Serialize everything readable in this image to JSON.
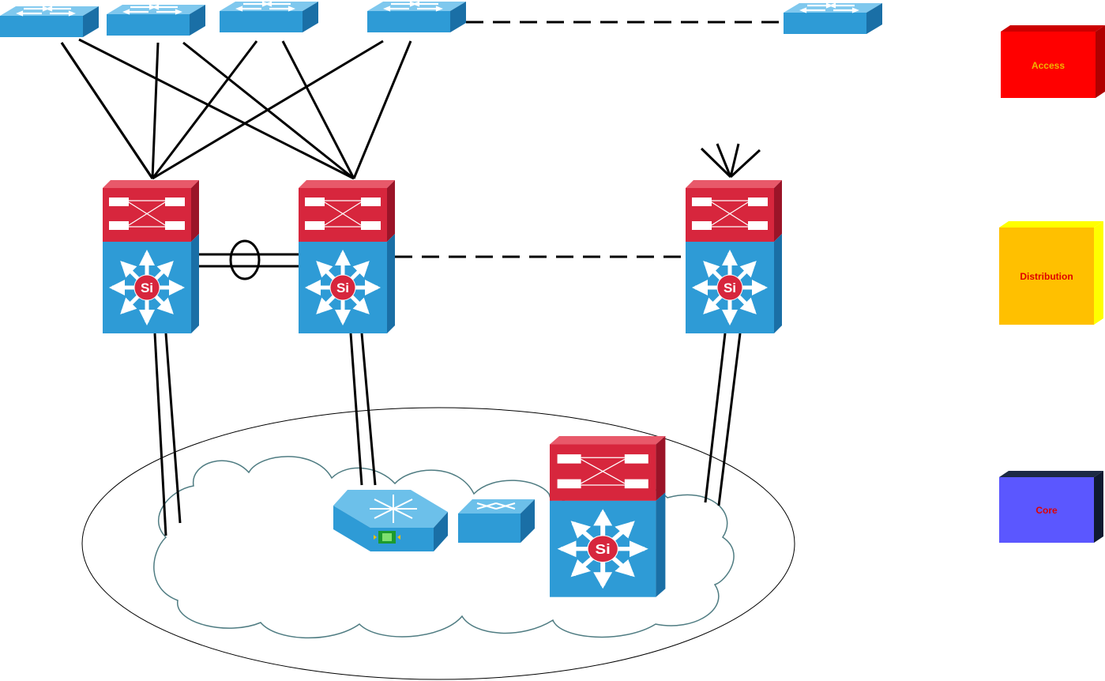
{
  "legend": [
    {
      "id": "access",
      "label": "Access",
      "face_color": "#ff0000",
      "top_color": "#cc0000",
      "side_color": "#b00000",
      "text_color": "#f0b400"
    },
    {
      "id": "distribution",
      "label": "Distribution",
      "face_color": "#ffc000",
      "top_color": "#ffff00",
      "side_color": "#ffff00",
      "text_color": "#e00000"
    },
    {
      "id": "core",
      "label": "Core",
      "face_color": "#5b57ff",
      "top_color": "#1c2a44",
      "side_color": "#0f1a30",
      "text_color": "#e00000"
    }
  ],
  "device_icons": {
    "l3_switch_badge": "Si",
    "access_switch_icon": "workgroup-switch-icon",
    "multilayer_switch_icon": "layer3-switch-icon",
    "atm_switch_icon": "atm-switch-icon",
    "router_icon": "router-icon"
  },
  "colors": {
    "switch_blue": "#2e9bd6",
    "switch_blue_dark": "#1a6fa6",
    "chassis_red": "#d7263d",
    "chassis_red_dark": "#9b1428",
    "link": "#000000"
  }
}
